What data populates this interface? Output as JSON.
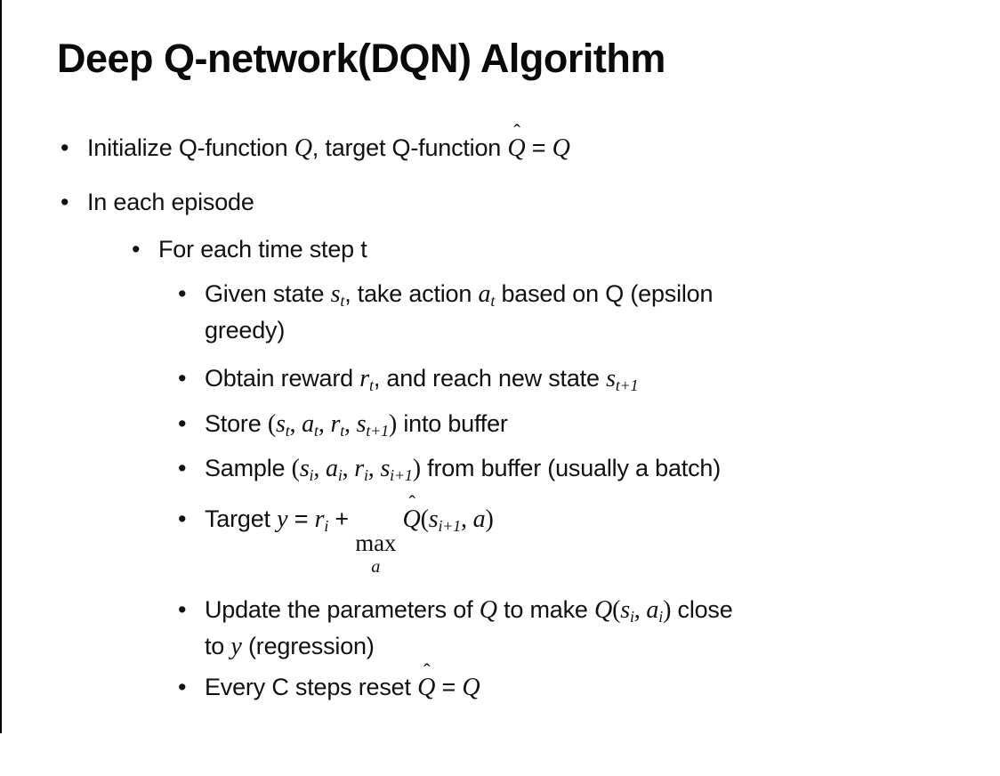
{
  "slide": {
    "title": "Deep Q-network(DQN) Algorithm",
    "bullet_marker": "•",
    "text_color": "#111111",
    "background_color": "#ffffff",
    "border_color": "#000000",
    "bullets": [
      {
        "level": 1,
        "text": "Initialize Q-function Q, target Q-function Q-hat = Q",
        "html": "Initialize Q-function <span class=\"mi\">Q</span>, target Q-function <span class=\"qh\"><span class=\"cap\">ˆ</span><span class=\"mi\">Q</span></span> = <span class=\"mi\">Q</span>"
      },
      {
        "level": 1,
        "text": "In each episode",
        "html": "In each episode"
      },
      {
        "level": 2,
        "text": "For each time step t",
        "html": "For each time step t"
      },
      {
        "level": 3,
        "text": "Given state s_t, take action a_t based on Q (epsilon greedy)",
        "html": "Given state <span class=\"mi\">s<sub>t</sub></span>, take action <span class=\"mi\">a<sub>t</sub></span> based on Q (epsilon<br>greedy)"
      },
      {
        "level": 3,
        "text": "Obtain reward r_t, and reach new state s_t+1",
        "html": "Obtain reward <span class=\"mi\">r<sub>t</sub></span>, and reach new state <span class=\"mi\">s<sub>t+1</sub></span>"
      },
      {
        "level": 3,
        "text": "Store (s_t, a_t, r_t, s_t+1) into buffer",
        "html": "Store <span class=\"mf\">(<span class=\"mi\">s<sub>t</sub></span>, <span class=\"mi\">a<sub>t</sub></span>, <span class=\"mi\">r<sub>t</sub></span>, <span class=\"mi\">s<sub>t+1</sub></span>)</span> into buffer"
      },
      {
        "level": 3,
        "text": "Sample (s_i, a_i, r_i, s_i+1) from buffer (usually a batch)",
        "html": "Sample <span class=\"mf\">(<span class=\"mi\">s<sub>i</sub></span>, <span class=\"mi\">a<sub>i</sub></span>, <span class=\"mi\">r<sub>i</sub></span>, <span class=\"mi\">s<sub>i+1</sub></span>)</span> from buffer (usually a batch)"
      },
      {
        "level": 3,
        "text": "Target y = r_i + max_a Q-hat(s_i+1, a)",
        "html": "Target <span class=\"mi\">y</span> = <span class=\"mi\">r<sub>i</sub></span> + <span class=\"maxop\"><span class=\"mx\">max</span><span class=\"under\"><span class=\"mi\">a</span></span></span>&nbsp;<span class=\"qh\"><span class=\"cap\">ˆ</span><span class=\"mi\">Q</span></span><span class=\"mf\">(<span class=\"mi\">s<sub>i+1</sub></span>, <span class=\"mi\">a</span>)</span>"
      },
      {
        "level": 3,
        "text": "Update the parameters of Q to make Q(s_i, a_i) close to y (regression)",
        "html": "Update the parameters of <span class=\"mi\">Q</span> to make <span class=\"mi\">Q</span><span class=\"mf\">(<span class=\"mi\">s<sub>i</sub></span>, <span class=\"mi\">a<sub>i</sub></span>)</span> close<br>to <span class=\"mi\">y</span> (regression)"
      },
      {
        "level": 3,
        "text": "Every C steps reset Q-hat = Q",
        "html": "Every C steps reset <span class=\"qh\"><span class=\"cap\">ˆ</span><span class=\"mi\">Q</span></span> = <span class=\"mi\">Q</span>"
      }
    ]
  }
}
